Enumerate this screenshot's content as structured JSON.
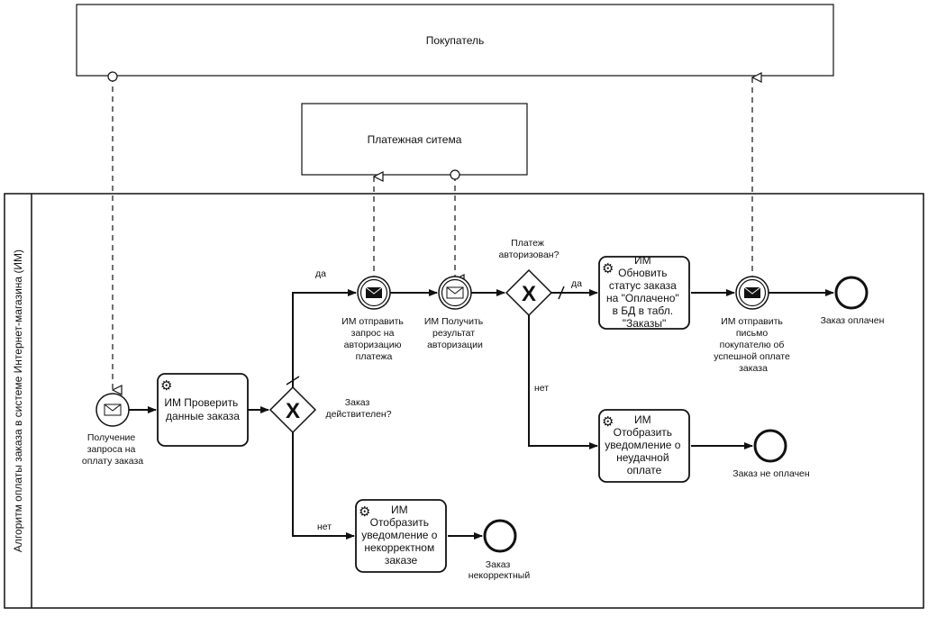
{
  "pools": {
    "buyer": "Покупатель",
    "payment": "Платежная ситема",
    "store": "Алгоритм оплаты заказа в системе Интернет-магазина (ИМ)"
  },
  "events": {
    "start": [
      "Получение",
      "запроса на",
      "оплату заказа"
    ],
    "send_auth": [
      "ИМ отправить",
      "запрос на",
      "авторизацию",
      "платежа"
    ],
    "receive_result": [
      "ИМ Получить",
      "результат",
      "авторизации"
    ],
    "send_email": [
      "ИМ отправить",
      "письмо",
      "покупателю об",
      "успешной оплате",
      "заказа"
    ],
    "end_paid": [
      "Заказ оплачен"
    ],
    "end_not_paid": [
      "Заказ не оплачен"
    ],
    "end_incorrect": [
      "Заказ",
      "некорректный"
    ]
  },
  "tasks": {
    "check": [
      "ИМ Проверить",
      "данные заказа"
    ],
    "update": [
      "ИМ",
      "Обновить",
      "статус заказа",
      "на \"Оплачено\"",
      "в БД в табл.",
      "\"Заказы\""
    ],
    "notify_fail": [
      "ИМ",
      "Отобразить",
      "уведомление о",
      "неудачной",
      "оплате"
    ],
    "notify_incorrect": [
      "ИМ",
      "Отобразить",
      "уведомление о",
      "некорректном",
      "заказе"
    ]
  },
  "gateways": {
    "valid": [
      "Заказ",
      "действителен?"
    ],
    "authorized": [
      "Платеж",
      "авторизован?"
    ]
  },
  "flow_labels": {
    "yes1": "да",
    "no1": "нет",
    "yes2": "да",
    "no2": "нет"
  }
}
